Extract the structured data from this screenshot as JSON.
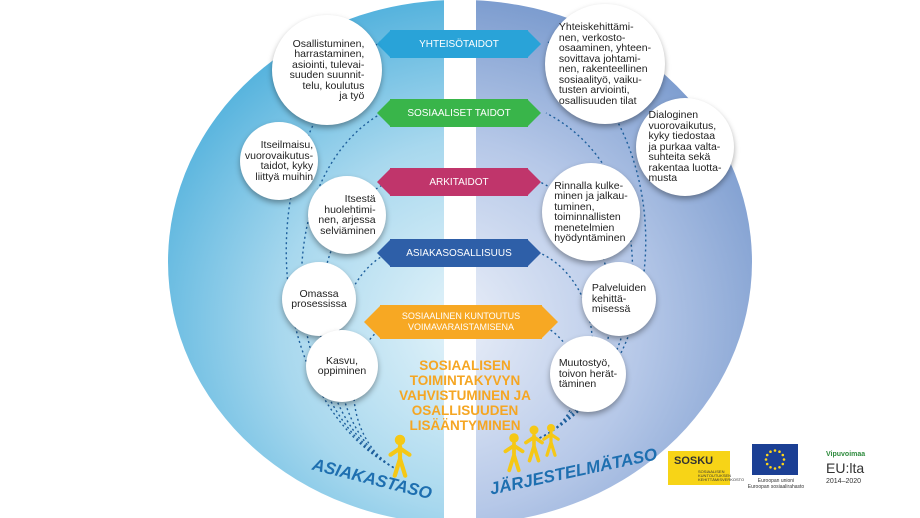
{
  "levels": {
    "left": "ASIAKASTASO",
    "right": "JÄRJESTELMÄTASO"
  },
  "banners": [
    {
      "key": "yhteiso",
      "label": "YHTEISÖTAIDOT",
      "color": "#29a3d8"
    },
    {
      "key": "sosiaaliset",
      "label": "SOSIAALISET TAIDOT",
      "color": "#39b54a"
    },
    {
      "key": "arki",
      "label": "ARKITAIDOT",
      "color": "#c0356b"
    },
    {
      "key": "asiakas",
      "label": "ASIAKASOSALLISUUS",
      "color": "#2e5fa8"
    },
    {
      "key": "kuntoutus",
      "label": "SOSIAALINEN KUNTOUTUS\nVOIMAVARAISTAMISENA",
      "color": "#f7a823"
    }
  ],
  "left_bubbles": [
    {
      "key": "osallistuminen",
      "text": "Osallistuminen,\nharrastaminen,\nasiointi, tulevai-\nsuuden suunnit-\ntelu, koulutus\nja työ"
    },
    {
      "key": "itseilmaisu",
      "text": "Itseilmaisu,\nvuorovaikutus-\ntaidot, kyky\nliittyä muihin"
    },
    {
      "key": "itsesta",
      "text": "Itsestä\nhuolehtimi-\nnen, arjessa\nselviäminen"
    },
    {
      "key": "omassa",
      "text": "Omassa\nprosessissa"
    },
    {
      "key": "kasvu",
      "text": "Kasvu,\noppiminen"
    }
  ],
  "right_bubbles": [
    {
      "key": "yhteiskehitta",
      "text": "Yhteiskehittämi-\nnen, verkosto-\nosaaminen, yhteen-\nsovittava johtami-\nnen, rakenteellinen\nsosiaalityö, vaiku-\ntusten arviointi,\nosallisuuden tilat"
    },
    {
      "key": "dialoginen",
      "text": "Dialoginen\nvuorovaikutus,\nkyky tiedostaa\nja purkaa valta-\nsuhteita sekä\nrakentaa luotta-\nmusta"
    },
    {
      "key": "rinnalla",
      "text": "Rinnalla kulke-\nminen ja jalkau-\ntuminen,\ntoiminnallisten\nmenetelmien\nhyödyntäminen"
    },
    {
      "key": "palvelu",
      "text": "Palveluiden\nkehittä-\nmisessä"
    },
    {
      "key": "muutos",
      "text": "Muutostyö,\ntoivon herät-\ntäminen"
    }
  ],
  "center": "SOSIAALISEN\nTOIMINTAKYVYN\nVAHVISTUMINEN JA\nOSALLISUUDEN\nLISÄÄNTYMINEN",
  "logos": {
    "sosku": "SOSKU",
    "sosku_sub": "SOSIAALISEN KUNTOUTUKSEN KEHITTÄMISVERKOSTO",
    "eu_caption": "Euroopan unioni\nEuroopan sosiaalirahasto",
    "vipu_line1": "Vipuvoimaa",
    "vipu_line2": "EU:lta",
    "vipu_line3": "2014–2020"
  },
  "colors": {
    "left_bg": "#5fb6dd",
    "right_bg": "#7a9bd0",
    "level_text": "#1e6fb0",
    "figure": "#f5c816"
  }
}
